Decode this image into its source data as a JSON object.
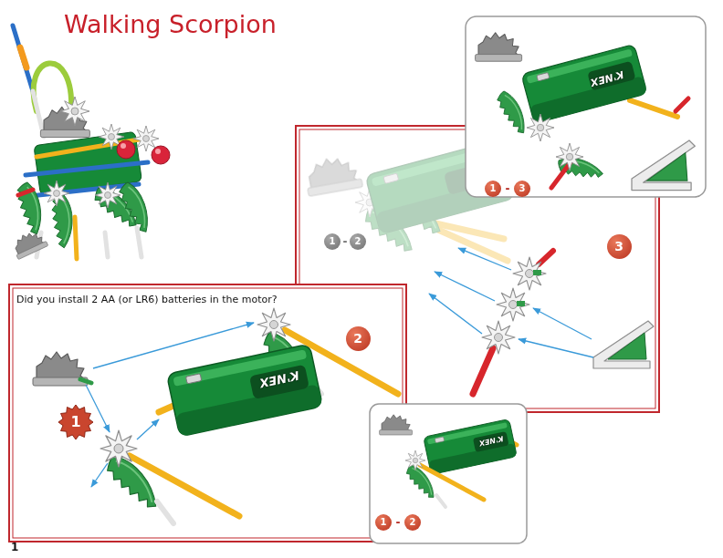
{
  "diagram": {
    "title": "Walking Scorpion",
    "nodes": [
      {
        "text": [
          "1"
        ]
      },
      {
        "text": [
          "3"
        ]
      },
      {
        "text": [
          "3"
        ]
      },
      {
        "text": [
          "Did you install 2 AA (or LR6) batteries in the motor?"
        ]
      },
      {
        "text": [
          "2"
        ],
        "in": 3
      },
      {
        "text": [
          "1"
        ],
        "in": 3
      },
      {
        "text": [
          "1"
        ]
      },
      {
        "text": [
          "2"
        ]
      },
      {
        "text": [
          "1"
        ]
      },
      {
        "text": [
          "2"
        ]
      }
    ],
    "labels": [
      "-",
      "-",
      "-",
      "K'NEX",
      "K'NEX",
      "K'NEX",
      "1"
    ]
  }
}
